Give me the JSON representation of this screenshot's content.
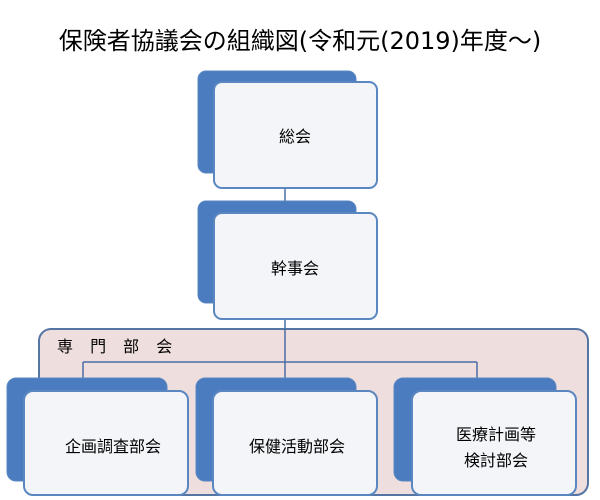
{
  "title": "保険者協議会の組織図(令和元(2019)年度～)",
  "diagram": {
    "top": {
      "label": "総会"
    },
    "mid": {
      "label": "幹事会"
    },
    "group_label": "専 門 部 会",
    "committees": [
      {
        "lines": [
          "企画調査部会"
        ]
      },
      {
        "lines": [
          "保健活動部会"
        ]
      },
      {
        "lines": [
          "医療計画等",
          "検討部会"
        ]
      }
    ]
  },
  "colors": {
    "shadow": "#4a7cbf",
    "border": "#5b87c1",
    "fill": "#f3f5f8",
    "group_fill": "#efdede",
    "group_border": "#5575a5",
    "connector": "#4a6fa5"
  }
}
